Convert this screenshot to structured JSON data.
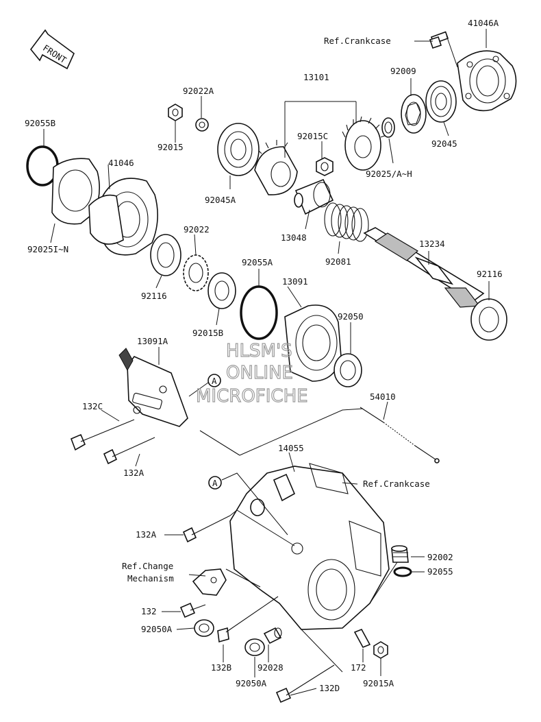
{
  "labels": {
    "front": "FRONT",
    "ref_crankcase_top": "Ref.Crankcase",
    "p41046A": "41046A",
    "p13101": "13101",
    "p92009": "92009",
    "p92022A": "92022A",
    "p92015_top": "92015",
    "p92055B": "92055B",
    "p41046": "41046",
    "p92015C": "92015C",
    "p92045": "92045",
    "p92045A": "92045A",
    "p92025AH": "92025/A~H",
    "p92025IN": "92025I~N",
    "p92022": "92022",
    "p13048": "13048",
    "p92081": "92081",
    "p13234": "13234",
    "p92116_left": "92116",
    "p92055A": "92055A",
    "p13091": "13091",
    "p92116_right": "92116",
    "p92015B": "92015B",
    "p92050_top": "92050",
    "p13091A": "13091A",
    "callout_a1": "A",
    "p132C": "132C",
    "p54010": "54010",
    "p132A_top": "132A",
    "p14055": "14055",
    "callout_a2": "A",
    "ref_crankcase_mid": "Ref.Crankcase",
    "p132A_mid": "132A",
    "p92002": "92002",
    "ref_change": "Ref.Change",
    "mechanism": "Mechanism",
    "p92055": "92055",
    "p132": "132",
    "p92050A_left": "92050A",
    "p132B": "132B",
    "p92028": "92028",
    "p172": "172",
    "p92050A_bottom": "92050A",
    "p92015A": "92015A",
    "p132D": "132D"
  },
  "watermark": {
    "line1": "HLSM'S",
    "line2": "ONLINE",
    "line3": "MICROFICHE"
  }
}
